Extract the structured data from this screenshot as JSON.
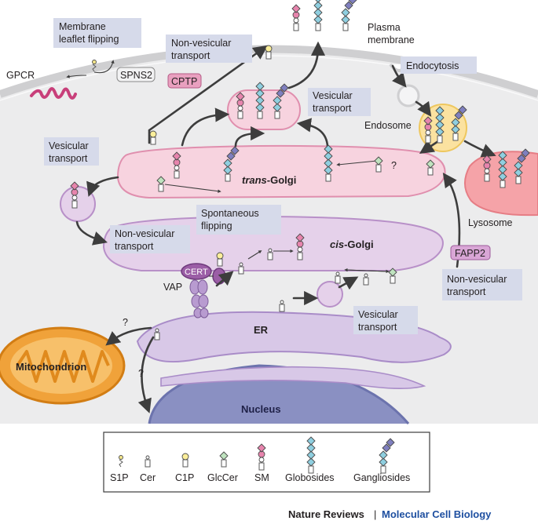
{
  "labels": {
    "membrane_flipping": [
      "Membrane",
      "leaflet flipping"
    ],
    "gpcr": "GPCR",
    "spns2": "SPNS2",
    "nonves_top": [
      "Non-vesicular",
      "transport"
    ],
    "cptp": "CPTP",
    "plasma_membrane": [
      "Plasma",
      "membrane"
    ],
    "endocytosis": "Endocytosis",
    "vesicular_top": [
      "Vesicular",
      "transport"
    ],
    "endosome": "Endosome",
    "vesicular_left": [
      "Vesicular",
      "transport"
    ],
    "trans_golgi_prefix": "trans",
    "trans_golgi_suffix": "-Golgi",
    "question": "?",
    "lysosome": "Lysosome",
    "spontaneous": [
      "Spontaneous",
      "flipping"
    ],
    "nonves_left": [
      "Non-vesicular",
      "transport"
    ],
    "cis_golgi_prefix": "cis",
    "cis_golgi_suffix": "-Golgi",
    "fapp2": "FAPP2",
    "nonves_right": [
      "Non-vesicular",
      "transport"
    ],
    "cert": "CERT",
    "vap": "VAP",
    "er": "ER",
    "vesicular_bottom": [
      "Vesicular",
      "transport"
    ],
    "mitochondrion": "Mitochondrion",
    "nucleus": "Nucleus"
  },
  "legend": {
    "items": [
      "S1P",
      "Cer",
      "C1P",
      "GlcCer",
      "SM",
      "Globosides",
      "Gangliosides"
    ]
  },
  "footer": {
    "journal": "Nature Reviews",
    "separator": "|",
    "subtitle": "Molecular Cell Biology"
  },
  "colors": {
    "cytoplasm": "#ececed",
    "golgi_trans": "#f7d3df",
    "golgi_cis": "#e5d1ea",
    "er": "#d8c8e7",
    "nucleus": "#8a90c2",
    "mitochondrion": "#f0a23a",
    "lysosome": "#f5a3a8",
    "endosome": "#fbe2a0",
    "callout": "#d6daea",
    "cptp": "#e9a0bf",
    "fapp2": "#d9a6d6",
    "journal_blue": "#1e4fa0"
  }
}
